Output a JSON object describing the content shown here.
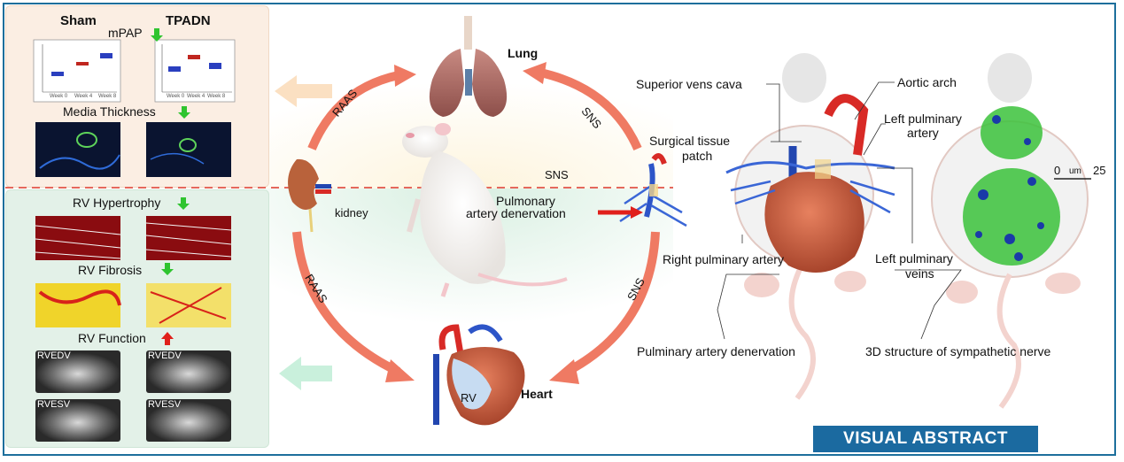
{
  "left_panel": {
    "sham_label": "Sham",
    "tpadn_label": "TPADN",
    "mpap_label": "mPAP",
    "media_thickness_label": "Media Thickness",
    "rv_hypertrophy_label": "RV Hypertrophy",
    "rv_fibrosis_label": "RV Fibrosis",
    "rv_function_label": "RV Function",
    "rvedv_label": "RVEDV",
    "rvesv_label": "RVESV",
    "week_labels": [
      "Week 0",
      "Week 4",
      "Week 8"
    ]
  },
  "center": {
    "lung_label": "Lung",
    "heart_label": "Heart",
    "kidney_label": "kidney",
    "rv_label": "RV",
    "raas_top": "RAAS",
    "raas_bottom": "RAAS",
    "sns_top": "SNS",
    "sns_middle": "SNS",
    "sns_bottom": "SNS",
    "denervation_line1": "Pulmonary",
    "denervation_line2": "artery denervation"
  },
  "right_panel": {
    "superior_vena_cava": "Superior vens cava",
    "aortic_arch": "Aortic arch",
    "left_pa_line1": "Left pulminary",
    "left_pa_line2": "artery",
    "surgical_line1": "Surgical tissue",
    "surgical_line2": "patch",
    "right_pa": "Right pulminary artery",
    "left_veins_line1": "Left pulminary",
    "left_veins_line2": "veins",
    "pad_caption": "Pulminary artery denervation",
    "structure_caption": "3D structure of sympathetic nerve",
    "scale_zero": "0",
    "scale_unit": "um",
    "scale_value": "25"
  },
  "banner_label": "VISUAL ABSTRACT",
  "colors": {
    "frame": "#1d6f9c",
    "top_panel_bg": "#fbeee3",
    "bottom_panel_bg": "#e3f1e8",
    "arrow_salmon": "#ef7a63",
    "arrow_green": "#2fc42f",
    "arrow_red": "#e0201b",
    "banner_bg": "#1b6aa0",
    "nerve_green": "#3bc23b",
    "nerve_blue": "#1a3aa8"
  }
}
